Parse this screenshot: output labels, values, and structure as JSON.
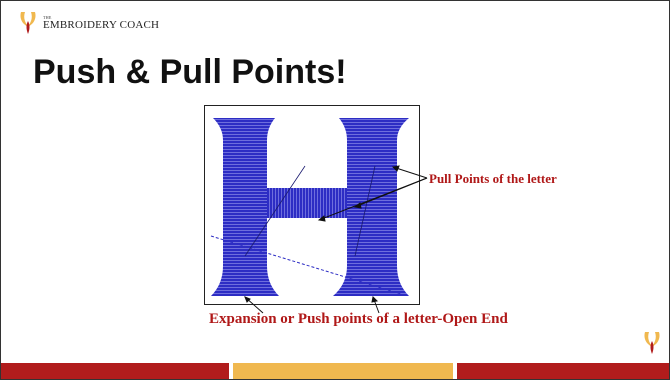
{
  "logo": {
    "small": "THE",
    "name": "EMBROIDERY COACH",
    "mark_icon": "swirl-logo-icon",
    "mark_colors": [
      "#f0b84f",
      "#b11c1c"
    ]
  },
  "title": "Push & Pull Points!",
  "figure": {
    "letter": "H",
    "stitch_color": "#2727b8",
    "annotation_pull": "Pull Points of the letter",
    "annotation_push": "Expansion or Push points of a letter-Open End",
    "annotation_color": "#b01818"
  },
  "footer": {
    "bar_colors": [
      "#b11c1c",
      "#f0b84f",
      "#b11c1c"
    ]
  }
}
